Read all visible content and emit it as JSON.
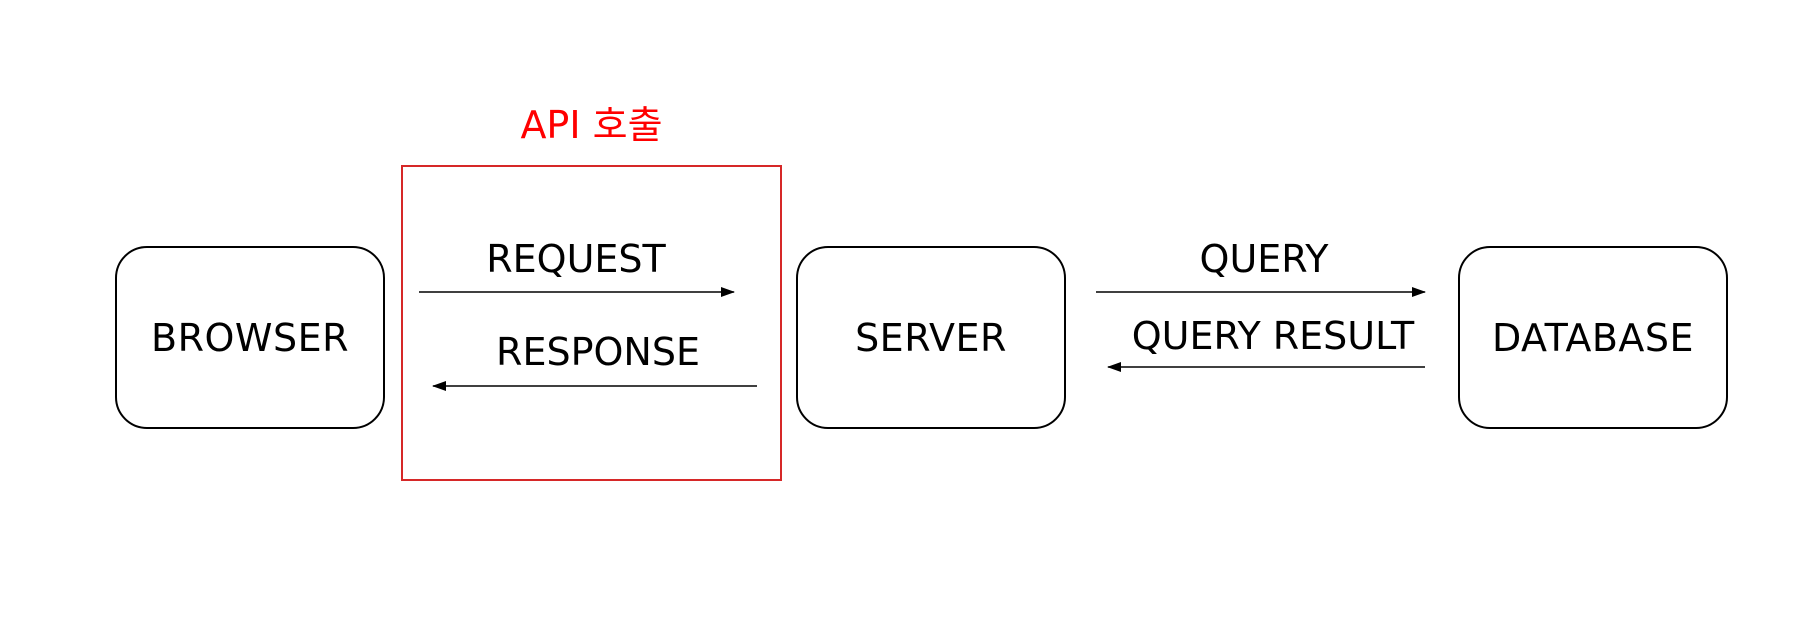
{
  "colors": {
    "highlight": "#ff0000",
    "highlight_border": "#d62828",
    "stroke": "#000000",
    "background": "#ffffff"
  },
  "group": {
    "title": "API 호출"
  },
  "nodes": {
    "browser": "BROWSER",
    "server": "SERVER",
    "database": "DATABASE"
  },
  "edges": {
    "request": "REQUEST",
    "response": "RESPONSE",
    "query": "QUERY",
    "query_result": "QUERY RESULT"
  }
}
